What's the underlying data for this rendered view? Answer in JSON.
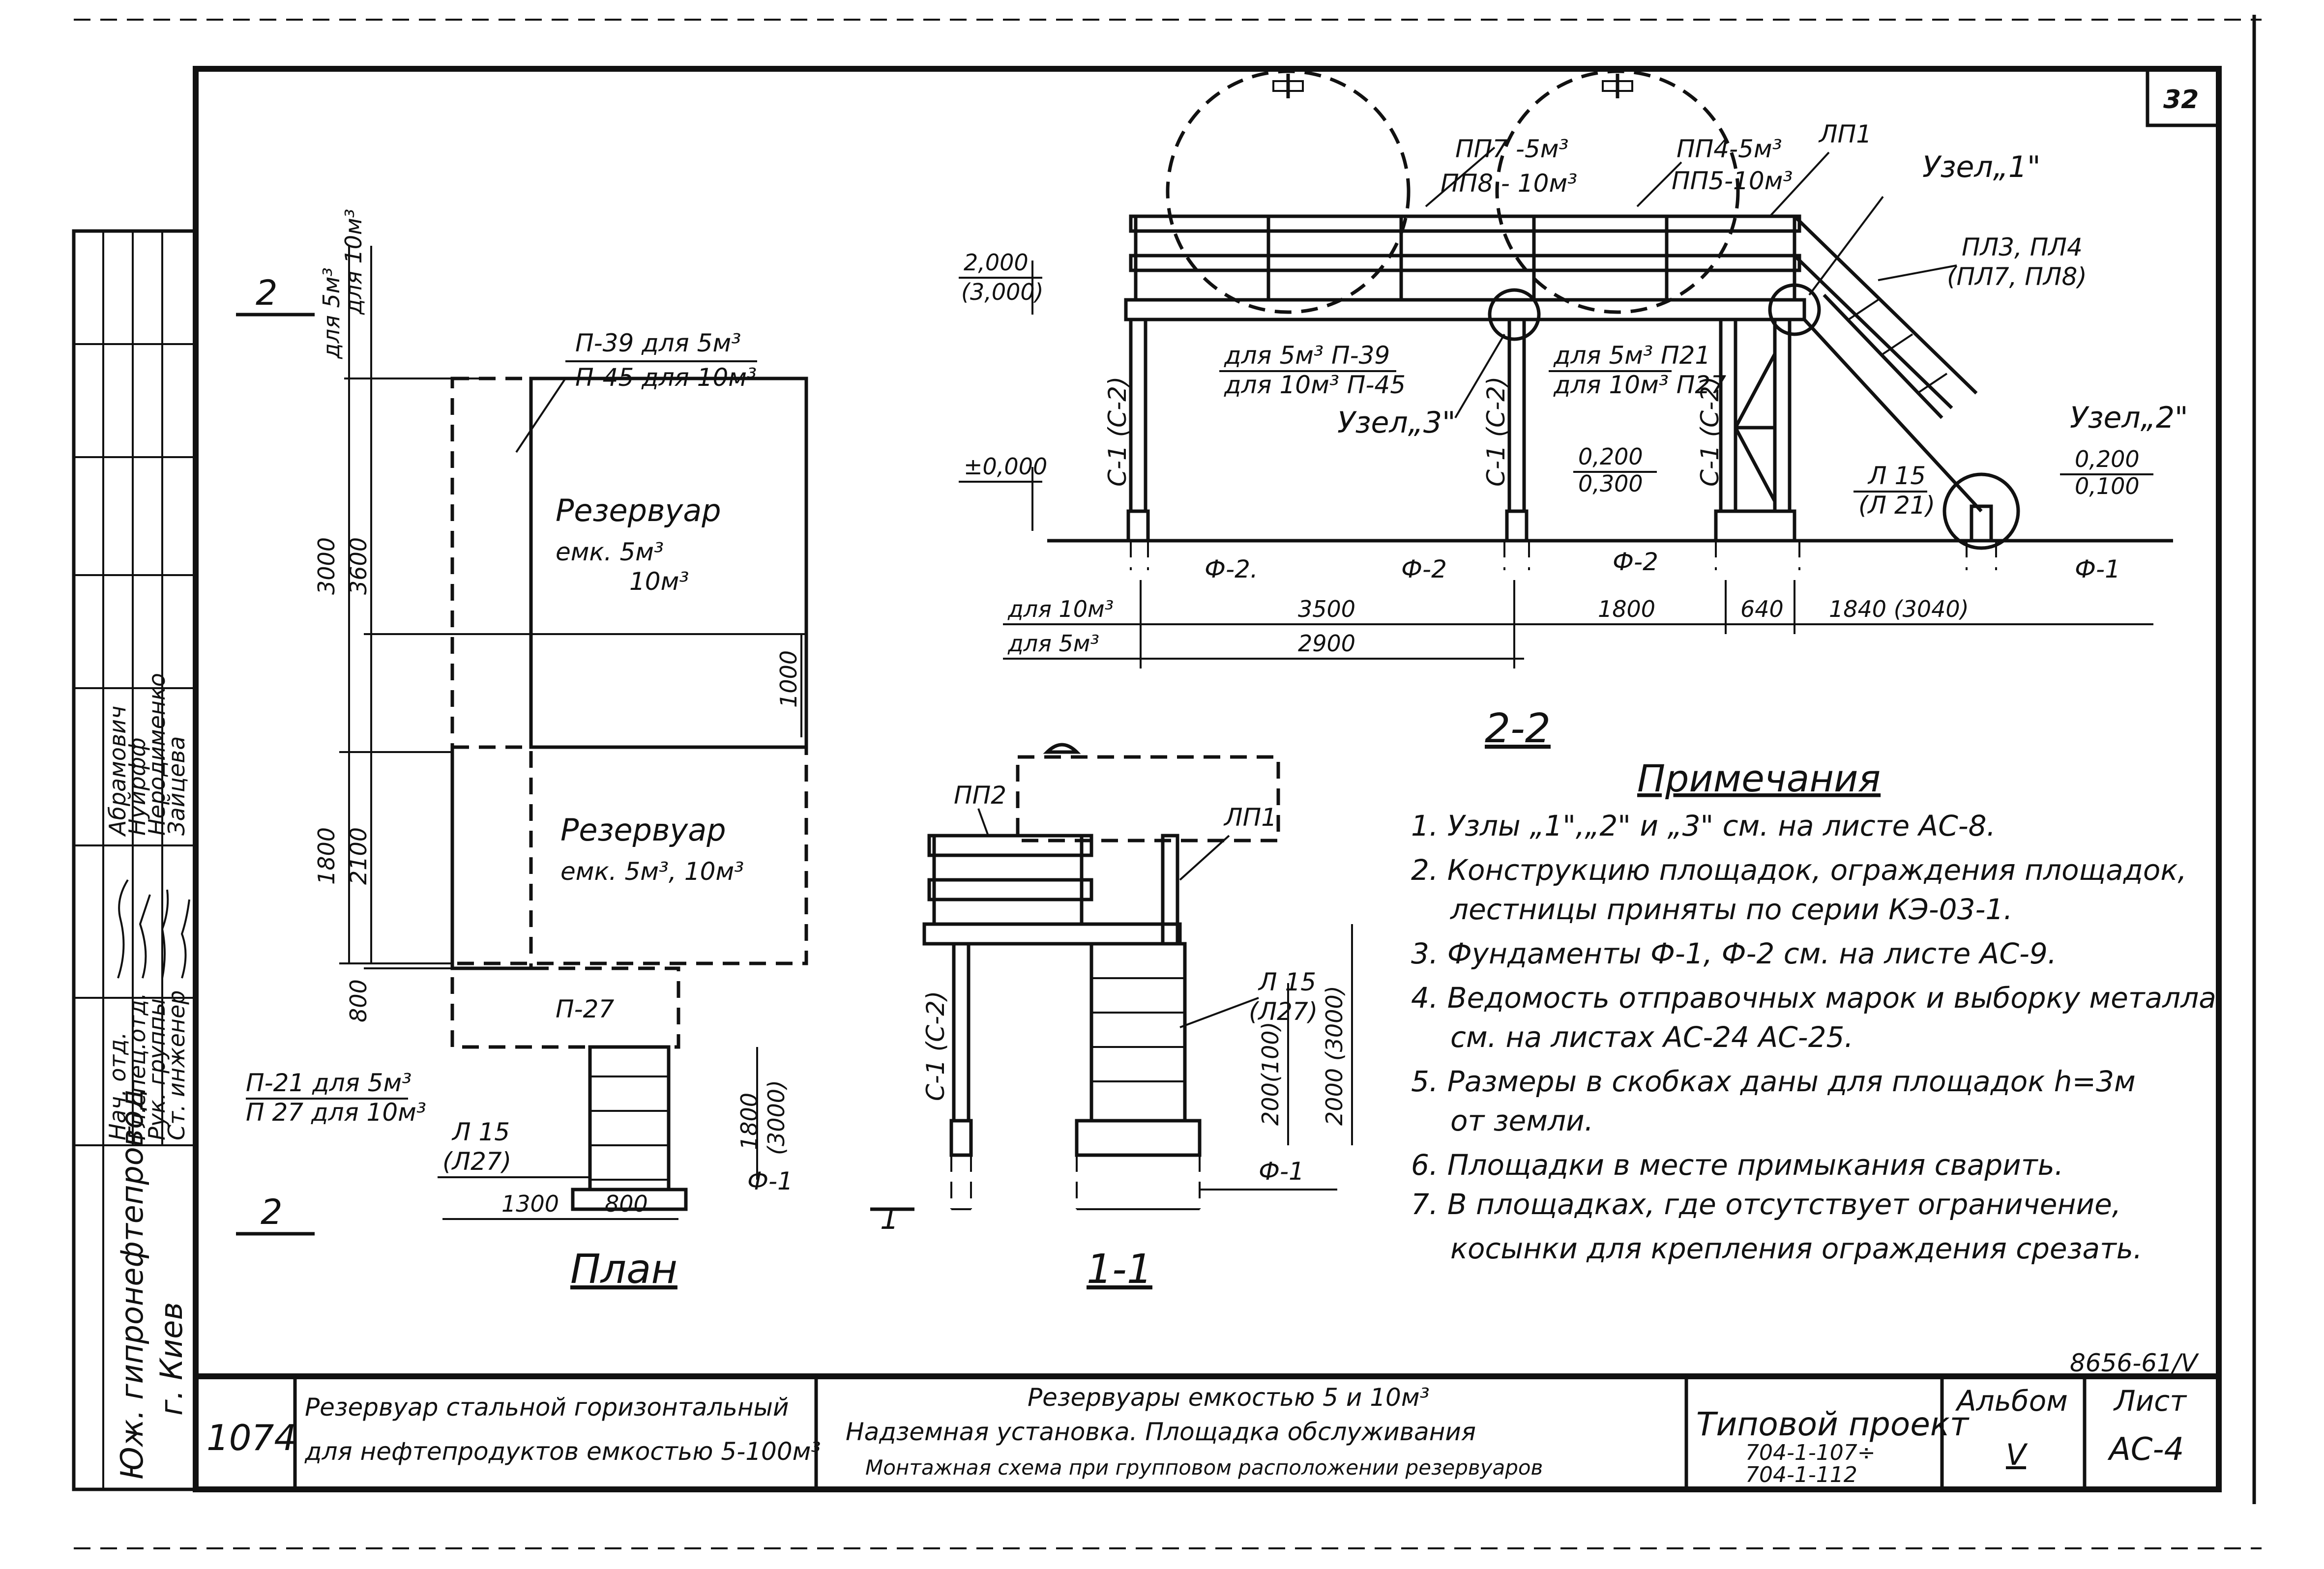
{
  "sheet_number": "32",
  "side_stamp": {
    "org": "Юж. гипронефтепровод",
    "city": "г. Киев",
    "roles": [
      "Нач. отд.",
      "Гл.спец.отд.",
      "Рук. группы",
      "Ст. инженер"
    ],
    "names": [
      "Абрамович",
      "Нуйрфф",
      "Неродименко",
      "Зайцева"
    ]
  },
  "section_2_2": {
    "title": "2-2",
    "dims_top": {
      "row1_label": "для 10м³",
      "row2_label": "для 5м³",
      "d1": "3500",
      "d2": "1800",
      "d3": "640",
      "d4": "1840 (3040)",
      "d5": "2900"
    },
    "levels": {
      "platform": "2,000",
      "platform_alt": "(3,000)",
      "zero": "±0,000",
      "found_a": "0,200",
      "found_a_alt": "0,300",
      "found_b": "0,200",
      "found_b_alt": "0,100"
    },
    "callouts": {
      "pp7": "ПП7 -5м³",
      "pp8": "ПП8 - 10м³",
      "pp4": "ПП4-5м³",
      "pp5": "ПП5-10м³",
      "lp1": "ЛП1",
      "uzel1": "Узел„1\"",
      "uzel2": "Узел„2\"",
      "uzel3": "Узел„3\"",
      "pl3": "ПЛ3, ПЛ4",
      "pl7": "(ПЛ7, ПЛ8)",
      "p39a": "для 5м³ П-39",
      "p45": "для 10м³ П-45",
      "p21": "для 5м³ П21",
      "p27": "для 10м³ П27",
      "l15": "Л 15",
      "l21": "(Л 21)",
      "col1": "С-1 (С-2)",
      "col2": "С-1 (С-2)",
      "col3": "С-1 (С-2)",
      "f2a": "Ф-2.",
      "f2b": "Ф-2",
      "f2c": "Ф-2",
      "f1": "Ф-1"
    }
  },
  "plan": {
    "title": "План",
    "mark": "2",
    "tank1": {
      "line1": "Резервуар",
      "line2": "емк. 5м³",
      "line3": "10м³"
    },
    "tank2": {
      "line1": "Резервуар",
      "line2": "емк. 5м³, 10м³"
    },
    "p39": "П-39 для 5м³",
    "p45": "П-45 для 10м³",
    "p27": "П-27",
    "p21": "П-21 для 5м³",
    "p27b": "П 27 для 10м³",
    "l15": "Л 15",
    "l27": "(Л27)",
    "f1": "Ф-1",
    "side_top": "для 5м³",
    "side_top2": "для 10м³",
    "dims": {
      "v3000": "3000",
      "v3600": "3600",
      "v1800": "1800",
      "v2100": "2100",
      "v800": "800",
      "v1000": "1000",
      "v1800b": "1800",
      "v3000b": "(3000)",
      "h1300": "1300",
      "h800": "800"
    }
  },
  "section_1_1": {
    "title": "1-1",
    "pp2": "ПП2",
    "lp1": "ЛП1",
    "col": "С-1 (С-2)",
    "l15": "Л 15",
    "l27": "(Л27)",
    "d200": "200(100)",
    "d2000": "2000 (3000)",
    "f1": "Ф-1"
  },
  "notes": {
    "title": "Примечания",
    "items": [
      "1. Узлы „1\",„2\" и „3\" см. на листе АС-8.",
      "2. Конструкцию площадок, ограждения площадок,",
      "лестницы приняты по серии КЭ-03-1.",
      "3. Фундаменты Ф-1, Ф-2 см. на листе АС-9.",
      "4. Ведомость отправочных марок и выборку металла",
      "см. на листах АС-24 АС-25.",
      "5. Размеры в скобках даны для площадок h=3м",
      "от земли.",
      "6. Площадки в месте примыкания сварить.",
      "7. В площадках, где отсутствует ограничение,",
      "косынки для крепления ограждения срезать."
    ]
  },
  "title_block": {
    "doc_code": "8656-61/V",
    "number": "1074",
    "left_line1": "Резервуар стальной горизонтальный",
    "left_line2": "для нефтепродуктов емкостью 5-100м³",
    "mid_line1": "Резервуары емкостью 5 и 10м³",
    "mid_line2": "Надземная установка. Площадка обслуживания",
    "mid_line3": "Монтажная схема при групповом расположении резервуаров",
    "project_label": "Типовой проект",
    "project_num1": "704-1-107÷",
    "project_num2": "704-1-112",
    "album_label": "Альбом",
    "album_value": "V",
    "sheet_label": "Лист",
    "sheet_value": "АС-4"
  }
}
